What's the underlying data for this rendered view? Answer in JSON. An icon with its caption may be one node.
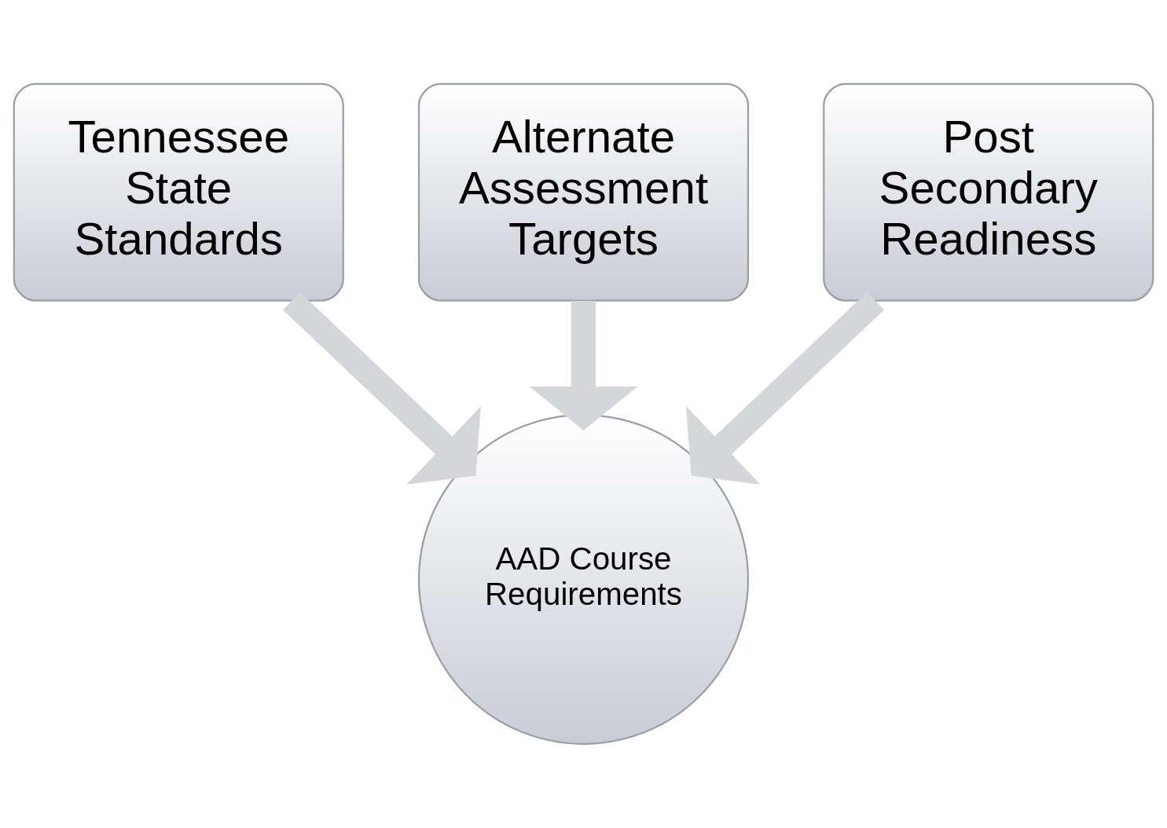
{
  "diagram": {
    "nodes": [
      {
        "text": [
          "Tennessee State Standards"
        ]
      },
      {
        "text": [
          "Alternate Assessment Targets"
        ]
      },
      {
        "text": [
          "Post Secondary Readiness"
        ]
      },
      {
        "text": [
          "AAD Course Requirements"
        ]
      }
    ],
    "edges": [
      {
        "from": 0,
        "to": 3,
        "arrow": "to"
      },
      {
        "from": 1,
        "to": 3,
        "arrow": "to"
      },
      {
        "from": 2,
        "to": 3,
        "arrow": "to"
      }
    ]
  }
}
